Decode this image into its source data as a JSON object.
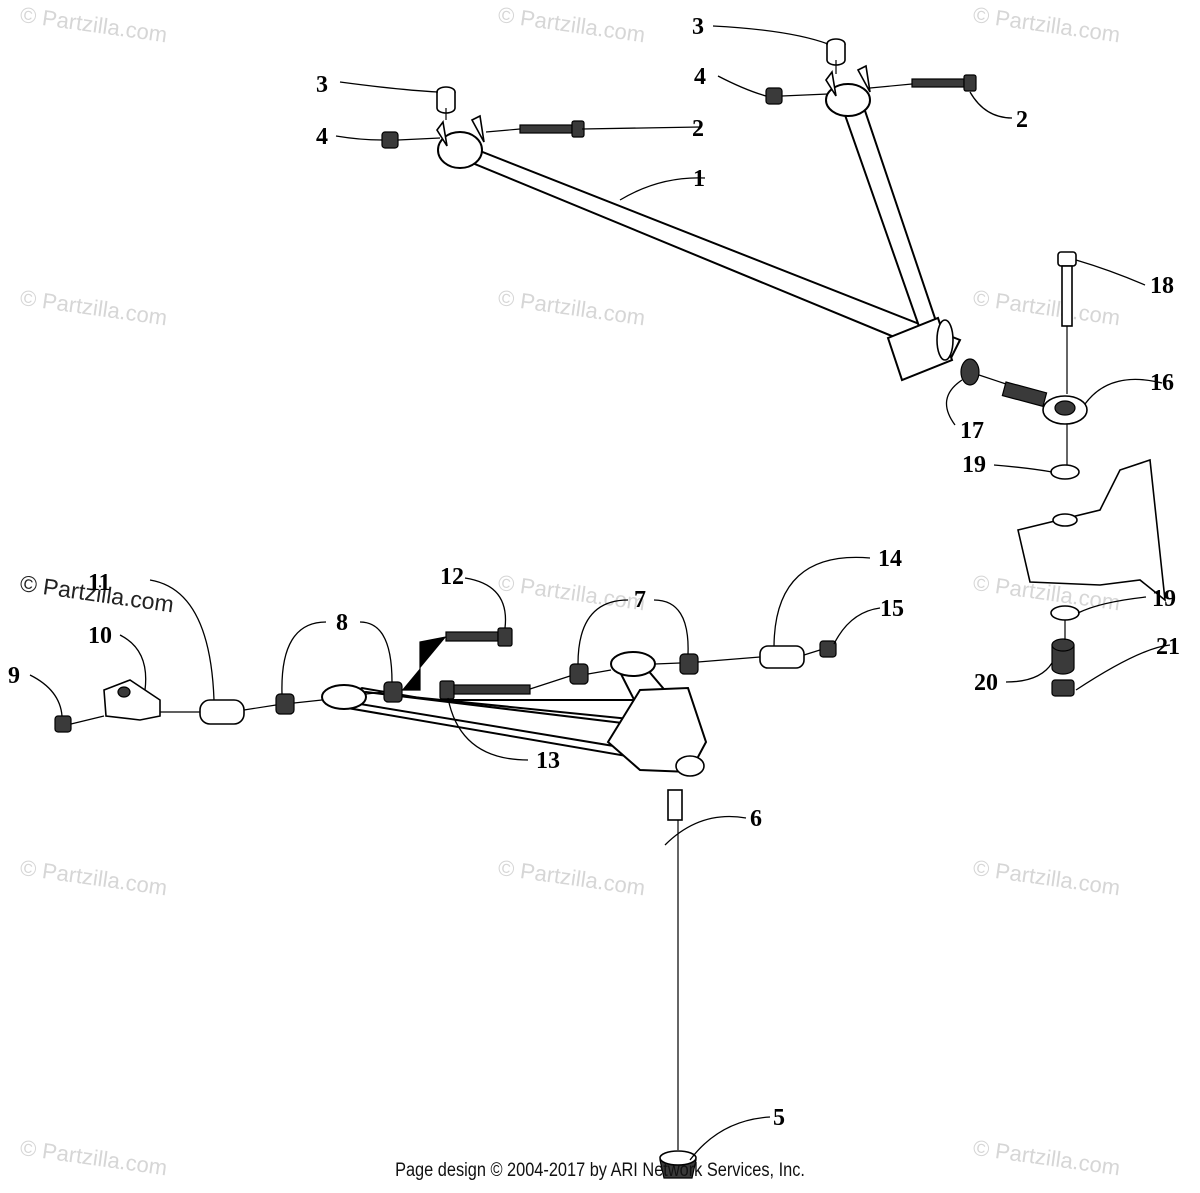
{
  "watermark": "© Partzilla.com",
  "footer": "Page design © 2004-2017 by ARI Network Services, Inc.",
  "callouts": [
    {
      "id": "1",
      "label": "1"
    },
    {
      "id": "2",
      "label": "2"
    },
    {
      "id": "3",
      "label": "3"
    },
    {
      "id": "4",
      "label": "4"
    },
    {
      "id": "5",
      "label": "5"
    },
    {
      "id": "6",
      "label": "6"
    },
    {
      "id": "7",
      "label": "7"
    },
    {
      "id": "8",
      "label": "8"
    },
    {
      "id": "9",
      "label": "9"
    },
    {
      "id": "10",
      "label": "10"
    },
    {
      "id": "11",
      "label": "11"
    },
    {
      "id": "12",
      "label": "12"
    },
    {
      "id": "13",
      "label": "13"
    },
    {
      "id": "14",
      "label": "14"
    },
    {
      "id": "15",
      "label": "15"
    },
    {
      "id": "16",
      "label": "16"
    },
    {
      "id": "17",
      "label": "17"
    },
    {
      "id": "18",
      "label": "18"
    },
    {
      "id": "19",
      "label": "19"
    },
    {
      "id": "20",
      "label": "20"
    },
    {
      "id": "21",
      "label": "21"
    }
  ]
}
